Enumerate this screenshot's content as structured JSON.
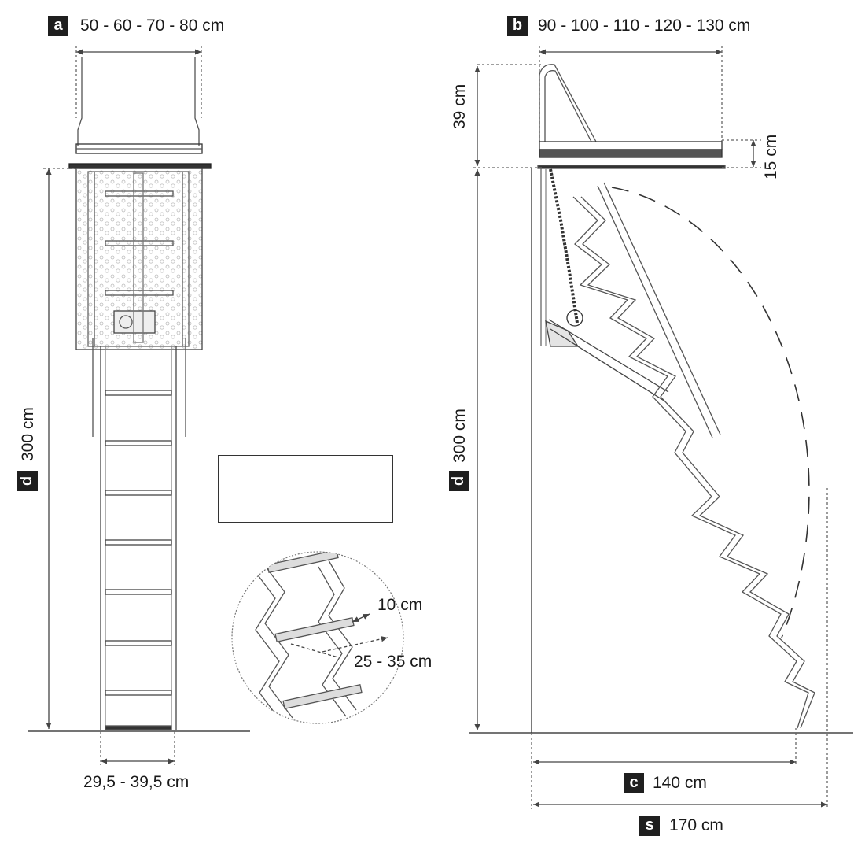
{
  "badges": {
    "a": "a",
    "b": "b",
    "c": "c",
    "d_left": "d",
    "d_right": "d",
    "s": "s"
  },
  "labels": {
    "a_widths": "50 - 60 - 70 - 80 cm",
    "b_widths": "90 - 100 - 110 - 120 - 130 cm",
    "height_left": "300  cm",
    "height_right": "300 cm",
    "rail_height": "39  cm",
    "frame_depth": "15  cm",
    "step_width": "29,5 - 39,5 cm",
    "step_gap": "10 cm",
    "step_spacing": "25 - 35 cm",
    "c_value": "140 cm",
    "s_value": "170 cm"
  }
}
